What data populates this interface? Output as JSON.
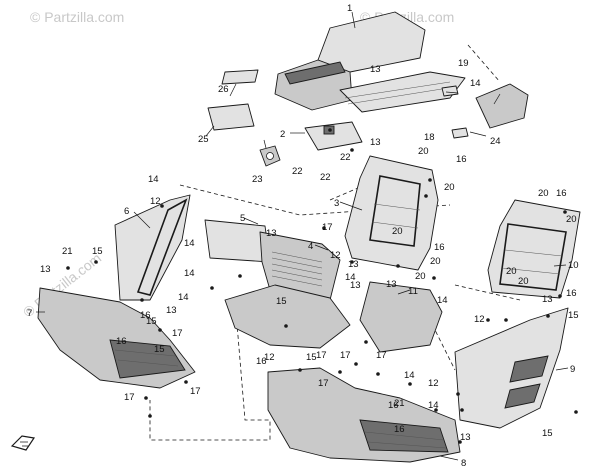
{
  "watermarks": [
    "© Partzilla.com",
    "© Partzilla.com",
    "© Partzilla.com"
  ],
  "callouts": [
    {
      "id": "c-1",
      "label": "1"
    },
    {
      "id": "c-2",
      "label": "2"
    },
    {
      "id": "c-3",
      "label": "3"
    },
    {
      "id": "c-4",
      "label": "4"
    },
    {
      "id": "c-5",
      "label": "5"
    },
    {
      "id": "c-6",
      "label": "6"
    },
    {
      "id": "c-7",
      "label": "7"
    },
    {
      "id": "c-8",
      "label": "8"
    },
    {
      "id": "c-9",
      "label": "9"
    },
    {
      "id": "c-10",
      "label": "10"
    },
    {
      "id": "c-11",
      "label": "11"
    },
    {
      "id": "c-12a",
      "label": "12"
    },
    {
      "id": "c-12b",
      "label": "12"
    },
    {
      "id": "c-12c",
      "label": "12"
    },
    {
      "id": "c-12d",
      "label": "12"
    },
    {
      "id": "c-12e",
      "label": "12"
    },
    {
      "id": "c-13a",
      "label": "13"
    },
    {
      "id": "c-13b",
      "label": "13"
    },
    {
      "id": "c-13c",
      "label": "13"
    },
    {
      "id": "c-13d",
      "label": "13"
    },
    {
      "id": "c-13e",
      "label": "13"
    },
    {
      "id": "c-13f",
      "label": "13"
    },
    {
      "id": "c-13g",
      "label": "13"
    },
    {
      "id": "c-13h",
      "label": "13"
    },
    {
      "id": "c-13i",
      "label": "13"
    },
    {
      "id": "c-13j",
      "label": "13"
    },
    {
      "id": "c-14a",
      "label": "14"
    },
    {
      "id": "c-14b",
      "label": "14"
    },
    {
      "id": "c-14c",
      "label": "14"
    },
    {
      "id": "c-14d",
      "label": "14"
    },
    {
      "id": "c-14e",
      "label": "14"
    },
    {
      "id": "c-14f",
      "label": "14"
    },
    {
      "id": "c-14g",
      "label": "14"
    },
    {
      "id": "c-14h",
      "label": "14"
    },
    {
      "id": "c-14i",
      "label": "14"
    },
    {
      "id": "c-15a",
      "label": "15"
    },
    {
      "id": "c-15b",
      "label": "15"
    },
    {
      "id": "c-15c",
      "label": "15"
    },
    {
      "id": "c-15d",
      "label": "15"
    },
    {
      "id": "c-15e",
      "label": "15"
    },
    {
      "id": "c-15f",
      "label": "15"
    },
    {
      "id": "c-15g",
      "label": "15"
    },
    {
      "id": "c-16a",
      "label": "16"
    },
    {
      "id": "c-16b",
      "label": "16"
    },
    {
      "id": "c-16c",
      "label": "16"
    },
    {
      "id": "c-16d",
      "label": "16"
    },
    {
      "id": "c-16e",
      "label": "16"
    },
    {
      "id": "c-16f",
      "label": "16"
    },
    {
      "id": "c-16g",
      "label": "16"
    },
    {
      "id": "c-16h",
      "label": "16"
    },
    {
      "id": "c-16i",
      "label": "16"
    },
    {
      "id": "c-17a",
      "label": "17"
    },
    {
      "id": "c-17b",
      "label": "17"
    },
    {
      "id": "c-17c",
      "label": "17"
    },
    {
      "id": "c-17d",
      "label": "17"
    },
    {
      "id": "c-17e",
      "label": "17"
    },
    {
      "id": "c-17f",
      "label": "17"
    },
    {
      "id": "c-17g",
      "label": "17"
    },
    {
      "id": "c-17h",
      "label": "17"
    },
    {
      "id": "c-18",
      "label": "18"
    },
    {
      "id": "c-19",
      "label": "19"
    },
    {
      "id": "c-20a",
      "label": "20"
    },
    {
      "id": "c-20b",
      "label": "20"
    },
    {
      "id": "c-20c",
      "label": "20"
    },
    {
      "id": "c-20d",
      "label": "20"
    },
    {
      "id": "c-20e",
      "label": "20"
    },
    {
      "id": "c-20f",
      "label": "20"
    },
    {
      "id": "c-20g",
      "label": "20"
    },
    {
      "id": "c-20h",
      "label": "20"
    },
    {
      "id": "c-20i",
      "label": "20"
    },
    {
      "id": "c-21a",
      "label": "21"
    },
    {
      "id": "c-21b",
      "label": "21"
    },
    {
      "id": "c-22a",
      "label": "22"
    },
    {
      "id": "c-22b",
      "label": "22"
    },
    {
      "id": "c-22c",
      "label": "22"
    },
    {
      "id": "c-23",
      "label": "23"
    },
    {
      "id": "c-24",
      "label": "24"
    },
    {
      "id": "c-25",
      "label": "25"
    },
    {
      "id": "c-26",
      "label": "26"
    }
  ]
}
